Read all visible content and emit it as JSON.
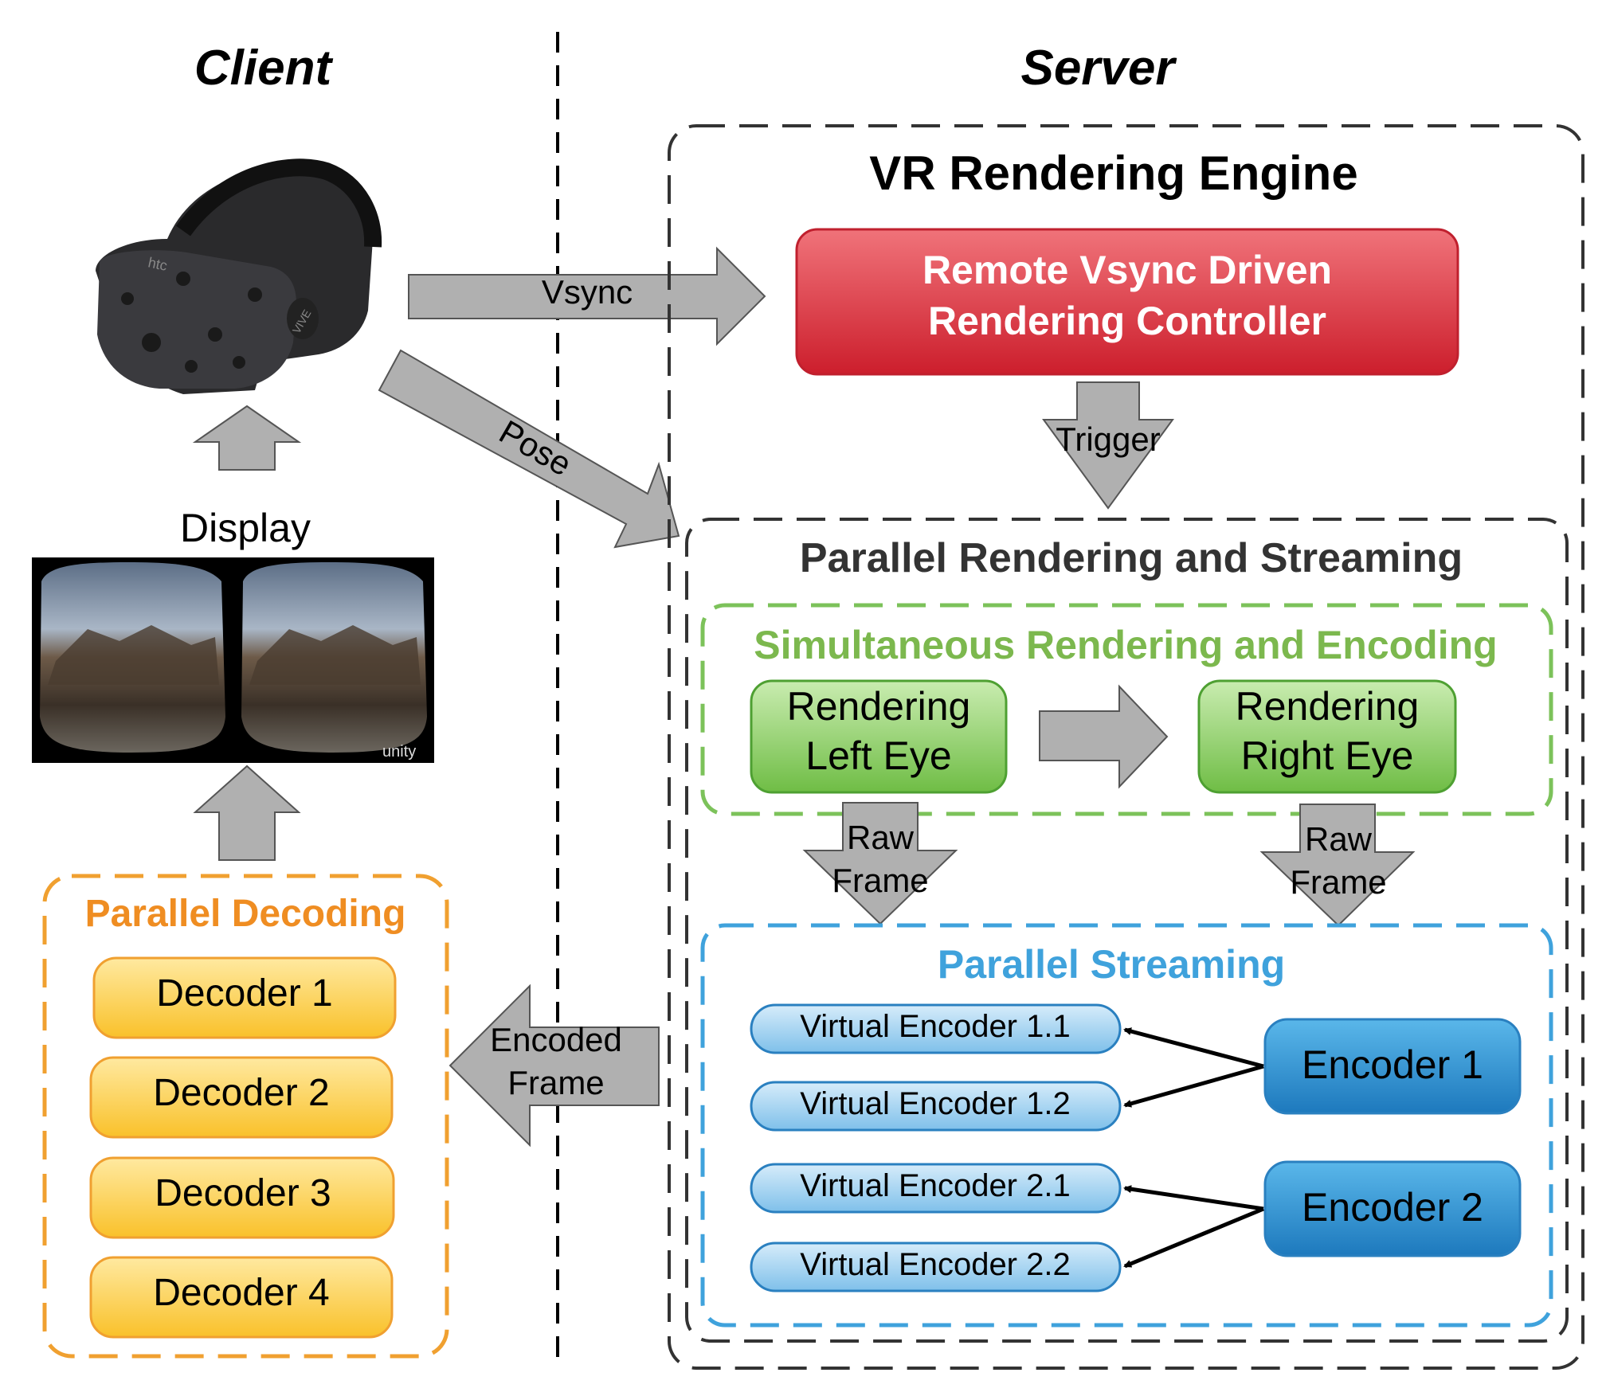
{
  "headings": {
    "client": "Client",
    "server": "Server"
  },
  "client": {
    "display_label": "Display",
    "decoding": {
      "title": "Parallel Decoding",
      "decoders": [
        "Decoder 1",
        "Decoder 2",
        "Decoder 3",
        "Decoder 4"
      ]
    },
    "headset_brand": "htc",
    "headset_model": "VIVE",
    "preview_logo": "unity"
  },
  "arrows": {
    "vsync": "Vsync",
    "pose": "Pose",
    "trigger": "Trigger",
    "raw_frame_left": [
      "Raw",
      "Frame"
    ],
    "raw_frame_right": [
      "Raw",
      "Frame"
    ],
    "encoded_frame": [
      "Encoded",
      "Frame"
    ]
  },
  "server": {
    "engine_title": "VR Rendering Engine",
    "controller": [
      "Remote Vsync Driven",
      "Rendering Controller"
    ],
    "parallel_title": "Parallel Rendering and Streaming",
    "simultaneous": {
      "title": "Simultaneous Rendering and Encoding",
      "left": [
        "Rendering",
        "Left Eye"
      ],
      "right": [
        "Rendering",
        "Right Eye"
      ]
    },
    "streaming": {
      "title": "Parallel Streaming",
      "virtual_encoders": [
        "Virtual Encoder 1.1",
        "Virtual Encoder 1.2",
        "Virtual Encoder 2.1",
        "Virtual Encoder 2.2"
      ],
      "encoders": [
        "Encoder 1",
        "Encoder 2"
      ]
    }
  },
  "colors": {
    "red": "#d8343f",
    "green": "#7cc25a",
    "blue": "#3fa2dc",
    "orange": "#f0a030",
    "yellow": "#fcd24c",
    "arrow_gray": "#b0b0b0"
  }
}
